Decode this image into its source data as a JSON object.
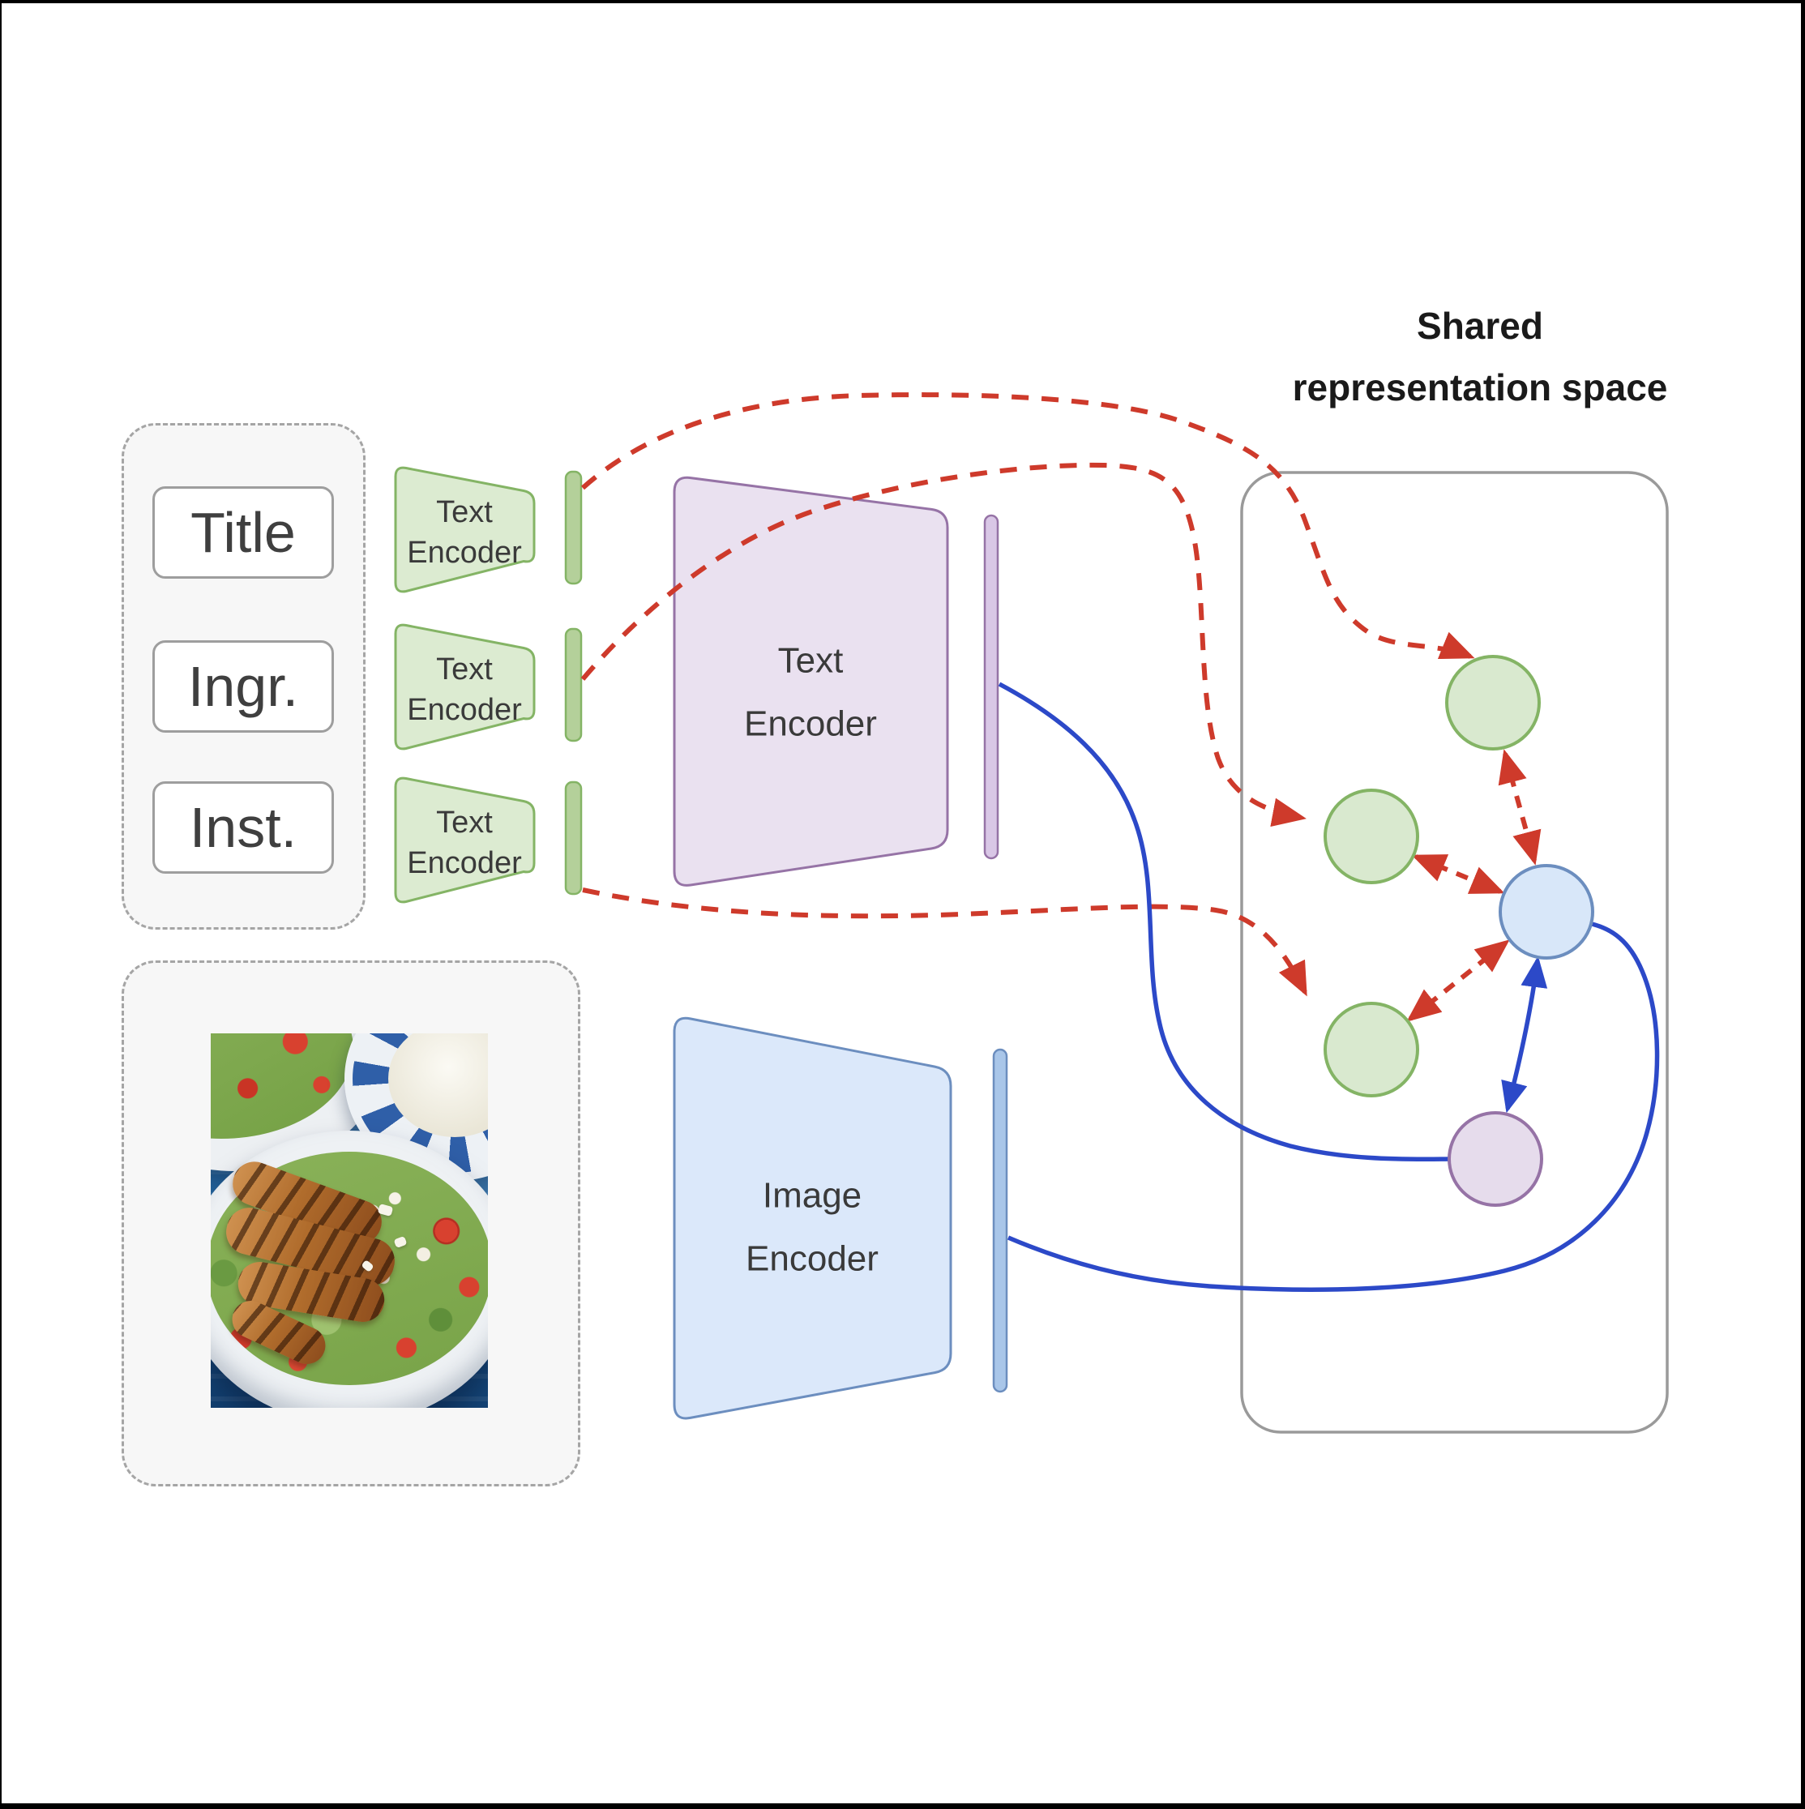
{
  "shared_space": {
    "title_line1": "Shared",
    "title_line2": "representation space"
  },
  "inputs": {
    "fields": [
      {
        "label": "Title"
      },
      {
        "label": "Ingr."
      },
      {
        "label": "Inst."
      }
    ]
  },
  "encoders": {
    "field_text_encoder": {
      "line1": "Text",
      "line2": "Encoder"
    },
    "recipe_text_encoder": {
      "line1": "Text",
      "line2": "Encoder"
    },
    "image_encoder": {
      "line1": "Image",
      "line2": "Encoder"
    }
  },
  "colors": {
    "red_line": "#ce3a2b",
    "blue_line": "#2c49c8",
    "gray_stroke": "#9a9a9a",
    "box_border": "#9e9e9e",
    "dashed_border": "#a5a5a5",
    "text_dark": "#3a3a3a",
    "green_fill": "#dcebd1",
    "green_stroke": "#84b465",
    "green_bar": "#b4d09a",
    "purple_fill": "#eae1f0",
    "purple_stroke": "#9673a6",
    "purple_bar": "#d9c7e6",
    "blue_fill": "#dbe8fa",
    "blue_stroke": "#6c8ebf",
    "blue_bar": "#a9c6e9",
    "node_green": "#d9e9cf",
    "node_blue": "#d8e7f9",
    "node_purple": "#e6dcec",
    "box_bg": "#f7f7f7"
  }
}
